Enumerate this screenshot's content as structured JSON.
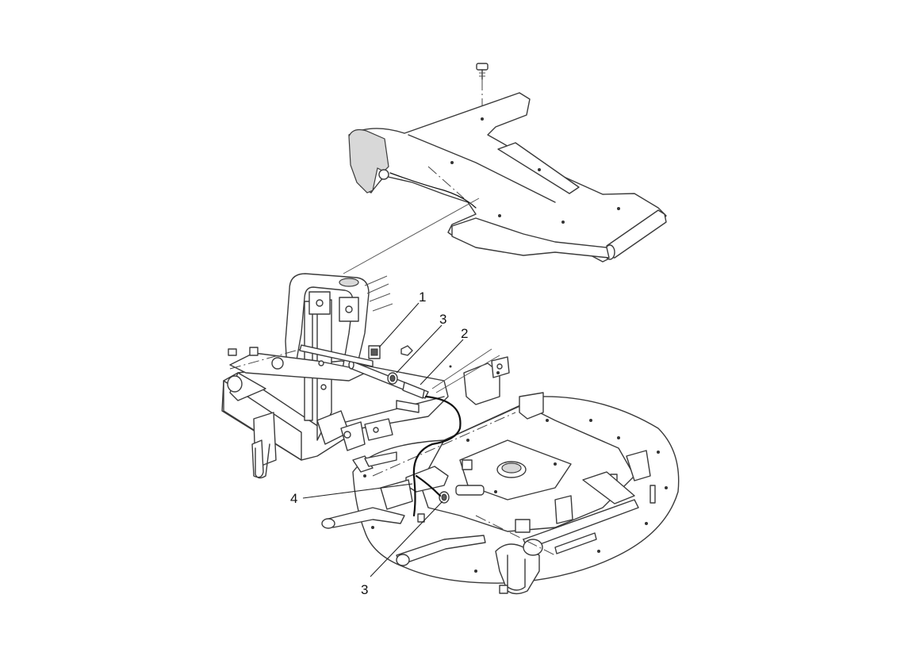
{
  "callouts": [
    {
      "id": "c1",
      "label": "1"
    },
    {
      "id": "c3a",
      "label": "3"
    },
    {
      "id": "c2",
      "label": "2"
    },
    {
      "id": "c4",
      "label": "4"
    },
    {
      "id": "c3b",
      "label": "3"
    }
  ],
  "colors": {
    "line": "#3a3a3a",
    "wire": "#111111",
    "background": "#ffffff"
  }
}
